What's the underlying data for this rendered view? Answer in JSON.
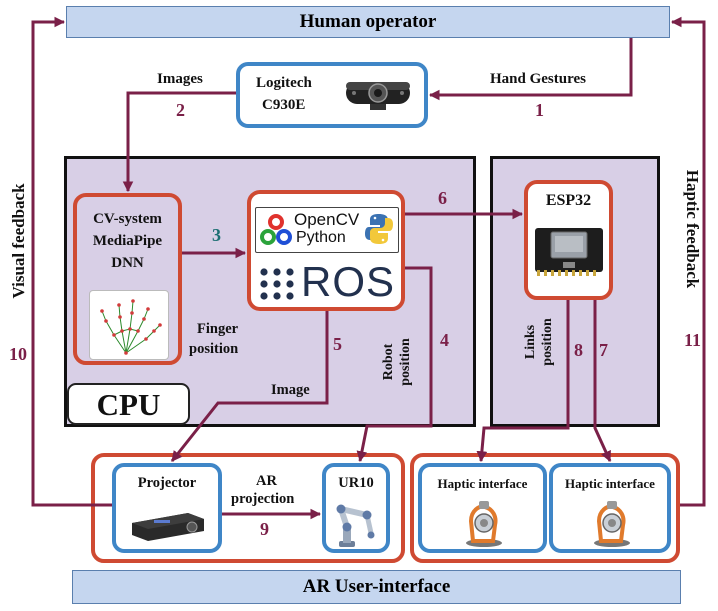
{
  "banners": {
    "top": "Human operator",
    "bottom": "AR User-interface"
  },
  "camera": {
    "line1": "Logitech",
    "line2": "C930E"
  },
  "cv": {
    "line1": "CV-system",
    "line2": "MediaPipe",
    "line3": "DNN"
  },
  "ros": {
    "opencv_text1": "OpenCV",
    "opencv_text2": "Python",
    "ros_text": "ROS"
  },
  "cpu_label": "CPU",
  "esp_label": "ESP32",
  "projector_label": "Projector",
  "ur10_label": "UR10",
  "haptic_left_label": "Haptic interface",
  "haptic_right_label": "Haptic interface",
  "edge_labels": {
    "images": "Images",
    "hand_gestures": "Hand Gestures",
    "finger_position": [
      "Finger",
      "position"
    ],
    "image": "Image",
    "robot_position": [
      "Robot",
      "position"
    ],
    "links_position": [
      "Links",
      "position"
    ],
    "ar_projection": [
      "AR",
      "projection"
    ],
    "visual_feedback": "Visual feedback",
    "haptic_feedback": "Haptic feedback"
  },
  "step_numbers": [
    "1",
    "2",
    "3",
    "4",
    "5",
    "6",
    "7",
    "8",
    "9",
    "10",
    "11"
  ],
  "colors": {
    "arrow": "#7a2048",
    "step3": "#1d6f73",
    "cpu_panel": "#d8cfe6",
    "banner_fill": "#c5d6ef",
    "orange_border": "#cf4a32",
    "blue_border": "#3f86c7"
  },
  "icons": [
    "webcam-icon",
    "hand-landmark-icon",
    "opencv-logo-icon",
    "python-logo-icon",
    "ros-dots-icon",
    "esp32-board-icon",
    "projector-icon",
    "robot-arm-icon",
    "haptic-device-icon"
  ]
}
